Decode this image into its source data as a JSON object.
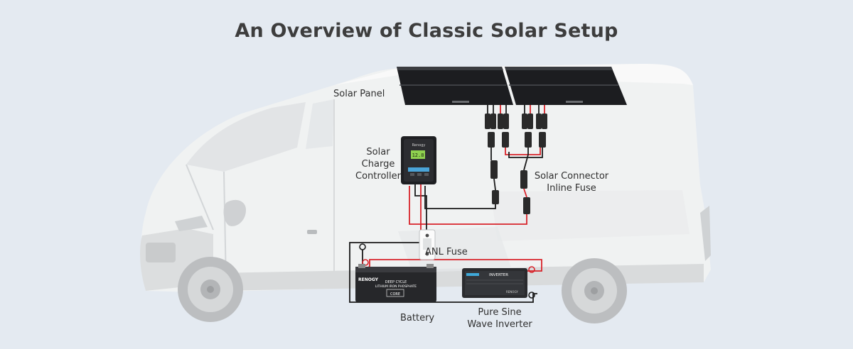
{
  "title": "An Overview of Classic Solar Setup",
  "labels": {
    "solar_panel": "Solar Panel",
    "controller_line1": "Solar",
    "controller_line2": "Charge",
    "controller_line3": "Controller",
    "connector_line1": "Solar Connector",
    "connector_line2": "Inline Fuse",
    "anl_fuse": "ANL Fuse",
    "battery": "Battery",
    "inverter_line1": "Pure Sine",
    "inverter_line2": "Wave Inverter"
  },
  "battery_face": {
    "brand": "RENOGY",
    "line1": "DEEP CYCLE",
    "line2": "LITHIUM IRON PHOSPHATE",
    "badge": "CORE"
  },
  "inverter_face": {
    "name": "INVERTER",
    "brand": "RENOGY"
  },
  "controller_face": {
    "brand": "Renogy",
    "screen": "12.8"
  },
  "colors": {
    "background": "#e4eaf1",
    "van_body": "#f1f2f2",
    "positive_wire": "#d8232a",
    "negative_wire": "#1a1a1a",
    "panel": "#1c1d20"
  }
}
